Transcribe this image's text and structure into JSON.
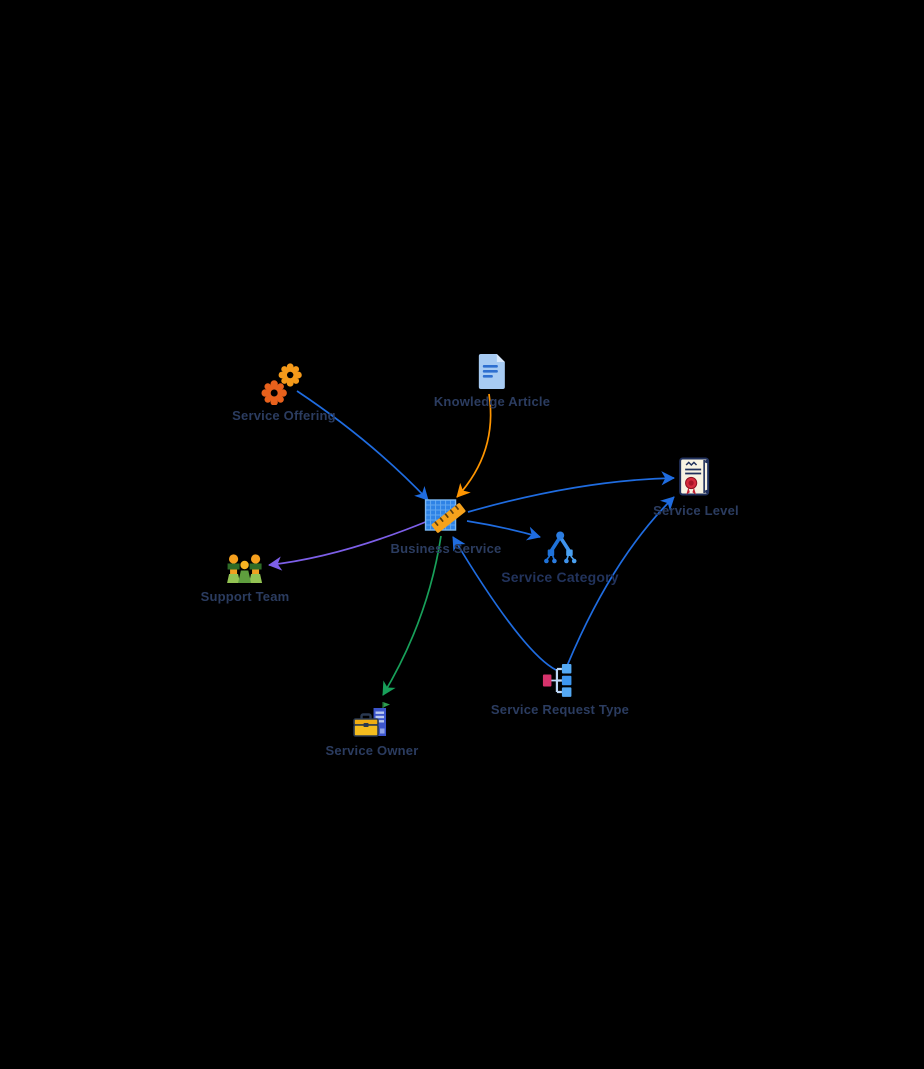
{
  "diagram": {
    "title": "Business Service relationship graph",
    "background_color": "#000000",
    "label_color": "#2b3c60",
    "edge_colors": {
      "blue": "#1f6ce0",
      "orange": "#ff9500",
      "purple": "#7d5fe8",
      "green": "#18a05a"
    }
  },
  "nodes": [
    {
      "id": "service-offering",
      "label": "Service Offering",
      "icon": "gears-icon"
    },
    {
      "id": "knowledge-article",
      "label": "Knowledge Article",
      "icon": "document-icon"
    },
    {
      "id": "business-service",
      "label": "Business Service",
      "icon": "blueprint-ruler-icon"
    },
    {
      "id": "service-level",
      "label": "Service Level",
      "icon": "certificate-icon"
    },
    {
      "id": "support-team",
      "label": "Support Team",
      "icon": "team-people-icon"
    },
    {
      "id": "service-category",
      "label": "Service Category",
      "icon": "hierarchy-tree-icon"
    },
    {
      "id": "service-request-type",
      "label": "Service Request Type",
      "icon": "request-list-icon"
    },
    {
      "id": "service-owner",
      "label": "Service Owner",
      "icon": "toolbox-server-icon"
    }
  ],
  "edges": [
    {
      "from": "Service Offering",
      "to": "Business Service",
      "color": "#1f6ce0"
    },
    {
      "from": "Knowledge Article",
      "to": "Business Service",
      "color": "#ff9500"
    },
    {
      "from": "Business Service",
      "to": "Service Level",
      "color": "#1f6ce0"
    },
    {
      "from": "Business Service",
      "to": "Service Category",
      "color": "#1f6ce0"
    },
    {
      "from": "Business Service",
      "to": "Support Team",
      "color": "#7d5fe8"
    },
    {
      "from": "Business Service",
      "to": "Service Owner",
      "color": "#18a05a"
    },
    {
      "from": "Service Request Type",
      "to": "Business Service",
      "color": "#1f6ce0"
    },
    {
      "from": "Service Request Type",
      "to": "Service Level",
      "color": "#1f6ce0"
    }
  ]
}
